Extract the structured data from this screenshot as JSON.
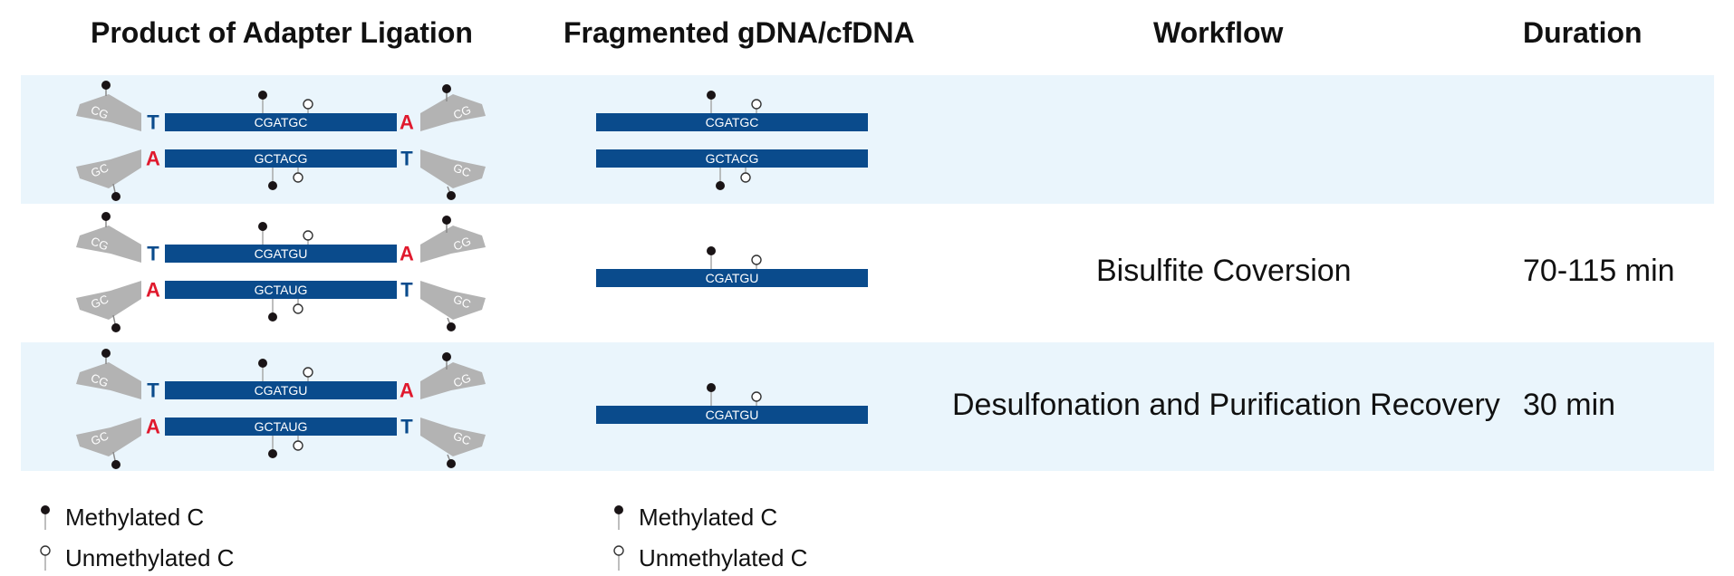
{
  "headers": {
    "product": "Product of Adapter Ligation",
    "fragmented": "Fragmented gDNA/cfDNA",
    "workflow": "Workflow",
    "duration": "Duration"
  },
  "rows": [
    {
      "adapter": {
        "top_seq": "CGATGC",
        "bottom_seq": "GCTACG",
        "top_left_base": "T",
        "top_right_base": "A",
        "bottom_left_base": "A",
        "bottom_right_base": "T",
        "adapter_top_text": "CG",
        "adapter_bottom_text": "GC"
      },
      "fragment": {
        "strands": [
          "CGATGC",
          "GCTACG"
        ]
      },
      "workflow": "",
      "duration": ""
    },
    {
      "adapter": {
        "top_seq": "CGATGU",
        "bottom_seq": "GCTAUG",
        "top_left_base": "T",
        "top_right_base": "A",
        "bottom_left_base": "A",
        "bottom_right_base": "T",
        "adapter_top_text": "CG",
        "adapter_bottom_text": "GC"
      },
      "fragment": {
        "strands": [
          "CGATGU"
        ]
      },
      "workflow": "Bisulfite Coversion",
      "duration": "70-115 min"
    },
    {
      "adapter": {
        "top_seq": "CGATGU",
        "bottom_seq": "GCTAUG",
        "top_left_base": "T",
        "top_right_base": "A",
        "bottom_left_base": "A",
        "bottom_right_base": "T",
        "adapter_top_text": "CG",
        "adapter_bottom_text": "GC"
      },
      "fragment": {
        "strands": [
          "CGATGU"
        ]
      },
      "workflow": "Desulfonation and Purification Recovery",
      "duration": "30 min"
    }
  ],
  "legend": {
    "methylated": "Methylated C",
    "unmethylated": "Unmethylated C"
  },
  "colors": {
    "strand": "#0a4b8c",
    "adapter": "#b3b3b3",
    "t_base": "#0a4b8c",
    "a_base": "#e0192d",
    "methyl_dot": "#1a1416",
    "row_shade": "#eaf5fc"
  }
}
